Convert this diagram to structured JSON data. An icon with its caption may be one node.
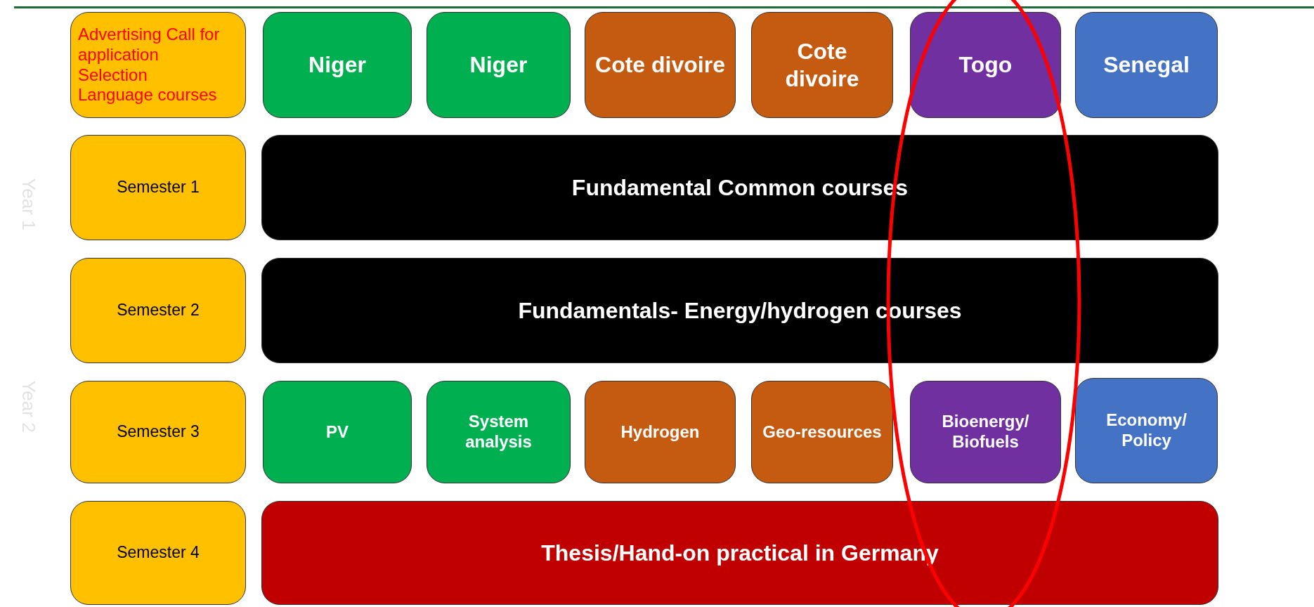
{
  "diagram": {
    "nodes": [
      {
        "text": [
          "Advertising Call for application",
          "Selection",
          "Language courses"
        ]
      },
      {
        "text": [
          "Niger"
        ]
      },
      {
        "text": [
          "Niger"
        ]
      },
      {
        "text": [
          "Cote divoire"
        ]
      },
      {
        "text": [
          "Cote divoire"
        ]
      },
      {
        "text": [
          "Togo"
        ]
      },
      {
        "text": [
          "Senegal"
        ]
      },
      {
        "text": [
          "Semester 1"
        ]
      },
      {
        "text": [
          "Fundamental Common courses"
        ]
      },
      {
        "text": [
          "Semester 2"
        ]
      },
      {
        "text": [
          "Fundamentals- Energy/hydrogen courses"
        ]
      },
      {
        "text": [
          "Semester 3"
        ]
      },
      {
        "text": [
          "PV"
        ]
      },
      {
        "text": [
          "System analysis"
        ]
      },
      {
        "text": [
          "Hydrogen"
        ]
      },
      {
        "text": [
          "Geo-resources"
        ]
      },
      {
        "text": [
          "Bioenergy/ Biofuels"
        ]
      },
      {
        "text": [
          "Economy/ Policy"
        ]
      },
      {
        "text": [
          "Semester 4"
        ]
      },
      {
        "text": [
          "Thesis/Hand-on practical in Germany"
        ]
      }
    ],
    "labels": [
      "Year 1",
      "Year 2"
    ]
  }
}
